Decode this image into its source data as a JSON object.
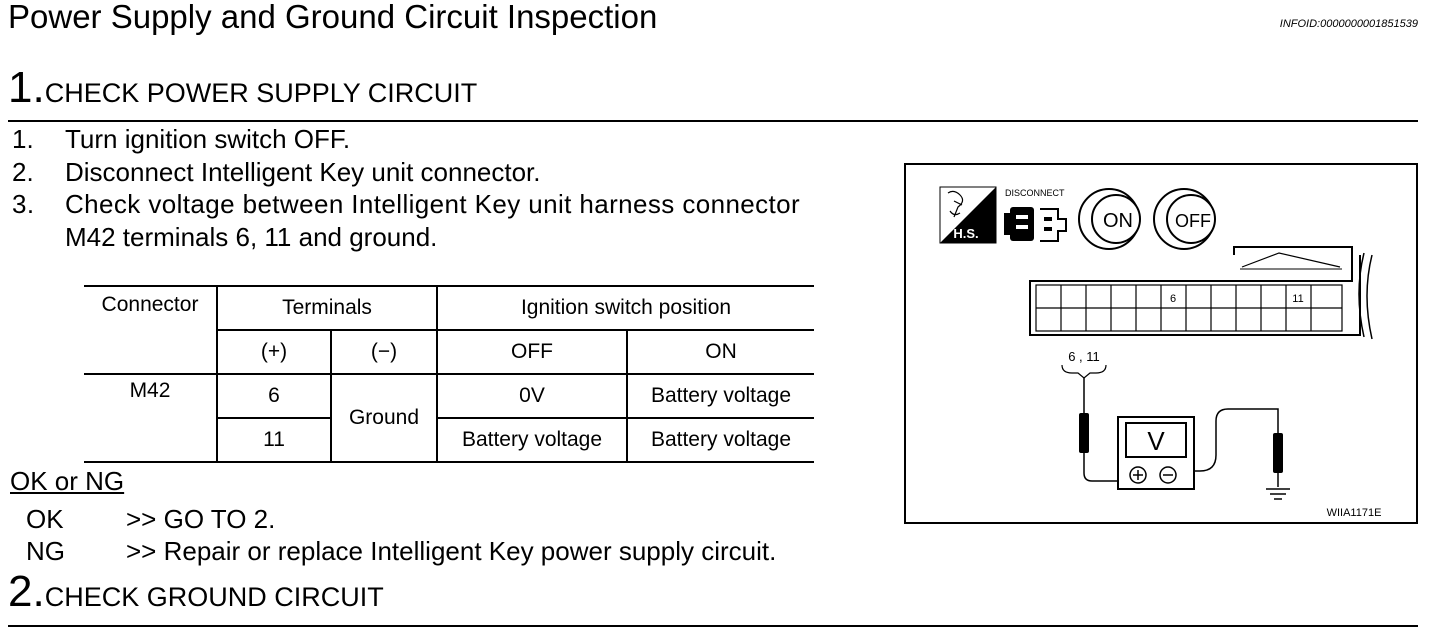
{
  "header": {
    "title": "Power Supply and Ground Circuit Inspection",
    "infoid": "INFOID:0000000001851539"
  },
  "step1": {
    "number": "1.",
    "title": "CHECK POWER SUPPLY CIRCUIT",
    "items": [
      {
        "num": "1.",
        "text": "Turn ignition switch OFF."
      },
      {
        "num": "2.",
        "text": "Disconnect Intelligent Key unit connector."
      },
      {
        "num": "3.",
        "text": "Check voltage between Intelligent Key unit harness connector"
      }
    ],
    "item3_cont": "M42 terminals 6, 11 and ground."
  },
  "table": {
    "h_connector": "Connector",
    "h_terminals": "Terminals",
    "h_ignition": "Ignition switch position",
    "h_plus": "(+)",
    "h_minus": "(−)",
    "h_off": "OFF",
    "h_on": "ON",
    "connector": "M42",
    "ground": "Ground",
    "rows": [
      {
        "plus": "6",
        "off": "0V",
        "on": "Battery voltage"
      },
      {
        "plus": "11",
        "off": "Battery voltage",
        "on": "Battery voltage"
      }
    ]
  },
  "result": {
    "heading": "OK or NG",
    "ok_key": "OK",
    "ok_text": ">> GO TO 2.",
    "ng_key": "NG",
    "ng_text": ">> Repair or replace Intelligent Key power supply circuit."
  },
  "step2": {
    "number": "2.",
    "title": "CHECK GROUND CIRCUIT"
  },
  "figure": {
    "hs_label": "H.S.",
    "disconnect_label": "DISCONNECT",
    "on_label": "ON",
    "off_label": "OFF",
    "pin_a": "6",
    "pin_b": "11",
    "probe_label": "6 , 11",
    "meter_label": "V",
    "figure_id": "WIIA1171E",
    "icons": [
      "harness-side-icon",
      "disconnect-connector-icon",
      "ignition-on-icon",
      "ignition-off-icon",
      "voltmeter-icon",
      "ground-symbol-icon"
    ]
  }
}
